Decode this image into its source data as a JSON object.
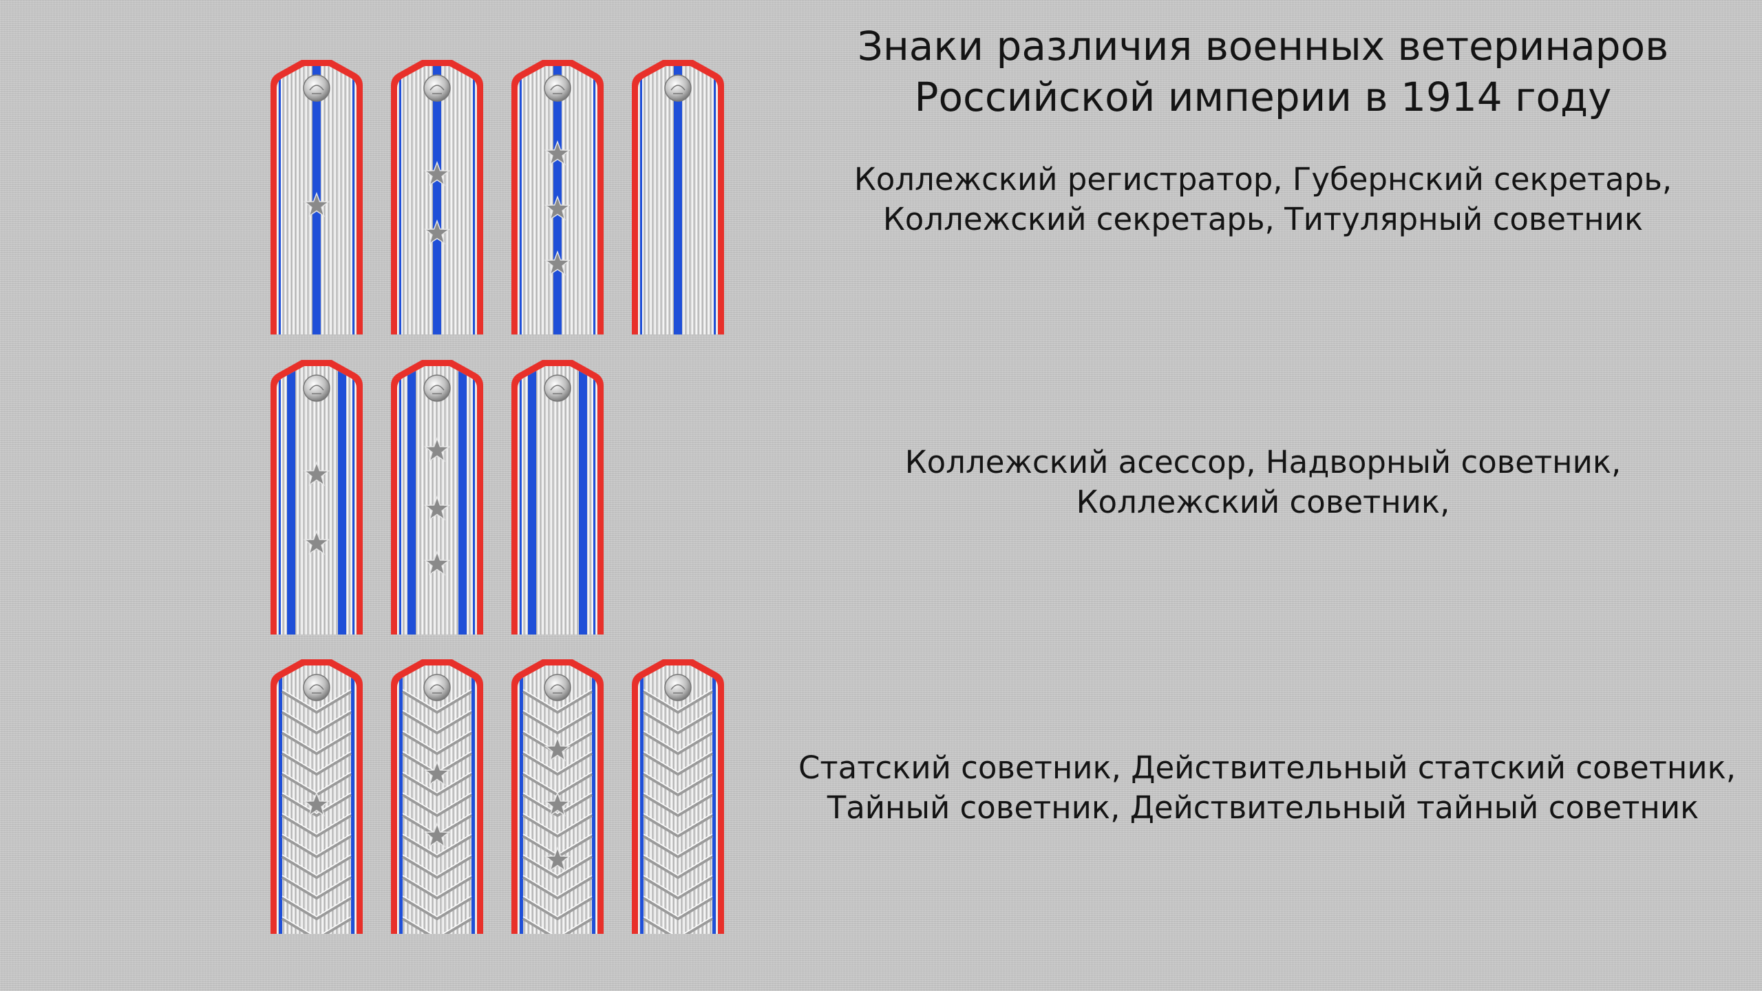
{
  "title": {
    "line1": "Знаки различия военных ветеринаров",
    "line2": "Российской империи в 1914 году"
  },
  "colors": {
    "background": "#c9c9c9",
    "piping": "#e8302a",
    "stripe": "#1f4fd8",
    "silver": "#d8d8d8",
    "star": "#8a8a8a"
  },
  "groups": [
    {
      "caption_line1": "Коллежский регистратор, Губернский секретарь,",
      "caption_line2": "Коллежский секретарь, Титулярный советник",
      "board_style": "one-stripe",
      "boards": [
        {
          "stars": 1
        },
        {
          "stars": 2
        },
        {
          "stars": 3
        },
        {
          "stars": 0
        }
      ]
    },
    {
      "caption_line1": "Коллежский асессор, Надворный советник,",
      "caption_line2": "Коллежский советник,",
      "board_style": "two-stripes",
      "boards": [
        {
          "stars": 2
        },
        {
          "stars": 3
        },
        {
          "stars": 0
        }
      ]
    },
    {
      "caption_line1": "Статский советник, Действительный статский советник,",
      "caption_line2": "Тайный советник, Действительный тайный советник",
      "board_style": "zigzag",
      "boards": [
        {
          "stars": 1
        },
        {
          "stars": 2
        },
        {
          "stars": 3
        },
        {
          "stars": 0
        }
      ]
    }
  ]
}
